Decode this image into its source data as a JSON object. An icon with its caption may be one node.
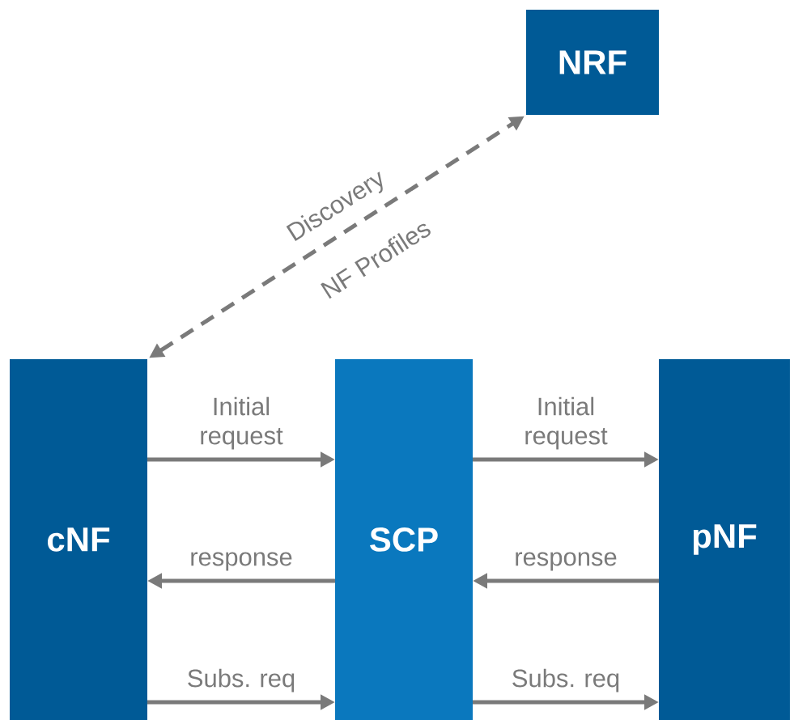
{
  "diagram": {
    "nodes": [
      {
        "text": [
          "NRF"
        ]
      },
      {
        "text": [
          "cNF"
        ]
      },
      {
        "text": [
          "SCP"
        ]
      },
      {
        "text": [
          "pNF"
        ]
      }
    ],
    "edges": [
      {
        "from": 1,
        "to": 0,
        "arrow": "both",
        "style": "dashed",
        "label": "Discovery"
      },
      {
        "from": 1,
        "to": 2,
        "arrow": "to",
        "label": "Initial request"
      },
      {
        "from": 2,
        "to": 3,
        "arrow": "to",
        "label": "Initial request"
      },
      {
        "from": 2,
        "to": 1,
        "arrow": "to",
        "label": "response"
      },
      {
        "from": 3,
        "to": 2,
        "arrow": "to",
        "label": "response"
      },
      {
        "from": 1,
        "to": 2,
        "arrow": "to",
        "label": "Subs. req"
      },
      {
        "from": 2,
        "to": 3,
        "arrow": "to",
        "label": "Subs. req"
      }
    ],
    "labels": [
      "NF Profiles"
    ]
  }
}
